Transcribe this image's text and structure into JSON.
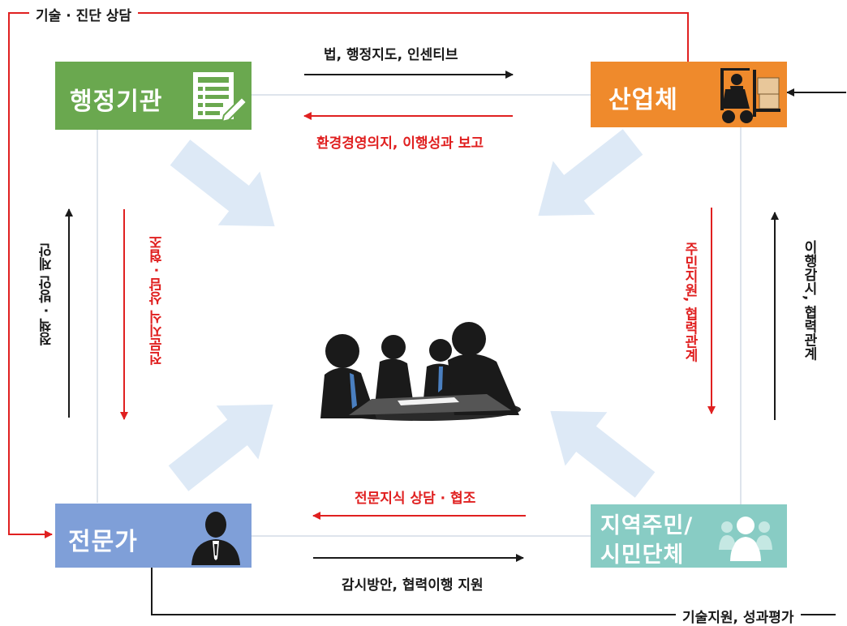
{
  "nodes": {
    "admin": {
      "label": "행정기관",
      "color": "#6aa84f"
    },
    "industry": {
      "label": "산업체",
      "color": "#ef8a2c"
    },
    "expert": {
      "label": "전문가",
      "color": "#7f9fd8"
    },
    "residents": {
      "label_line1": "지역주민/",
      "label_line2": "시민단체",
      "color": "#88ccc4"
    }
  },
  "edges": {
    "top_outer": "기술 · 진단 상담",
    "admin_to_industry": "법, 행정지도, 인센티브",
    "industry_to_admin": "환경경영의지, 이행성과 보고",
    "left_up": "정책 · 방안 제안",
    "admin_to_expert": "전문지식 상담 · 협조",
    "industry_to_residents": "주민지원, 협력관계",
    "right_up": "이행감시, 협력관계",
    "residents_to_expert": "전문지식 상담 · 협조",
    "expert_to_residents": "감시방안, 협력이행 지원",
    "bottom_outer": "기술지원, 성과평가"
  },
  "colors": {
    "red": "#e02020",
    "black": "#1a1a1a",
    "light_blue": "#dde9f6"
  },
  "icons": [
    "document-edit-icon",
    "forklift-icon",
    "person-silhouette-icon",
    "group-people-icon",
    "meeting-people-icon"
  ]
}
